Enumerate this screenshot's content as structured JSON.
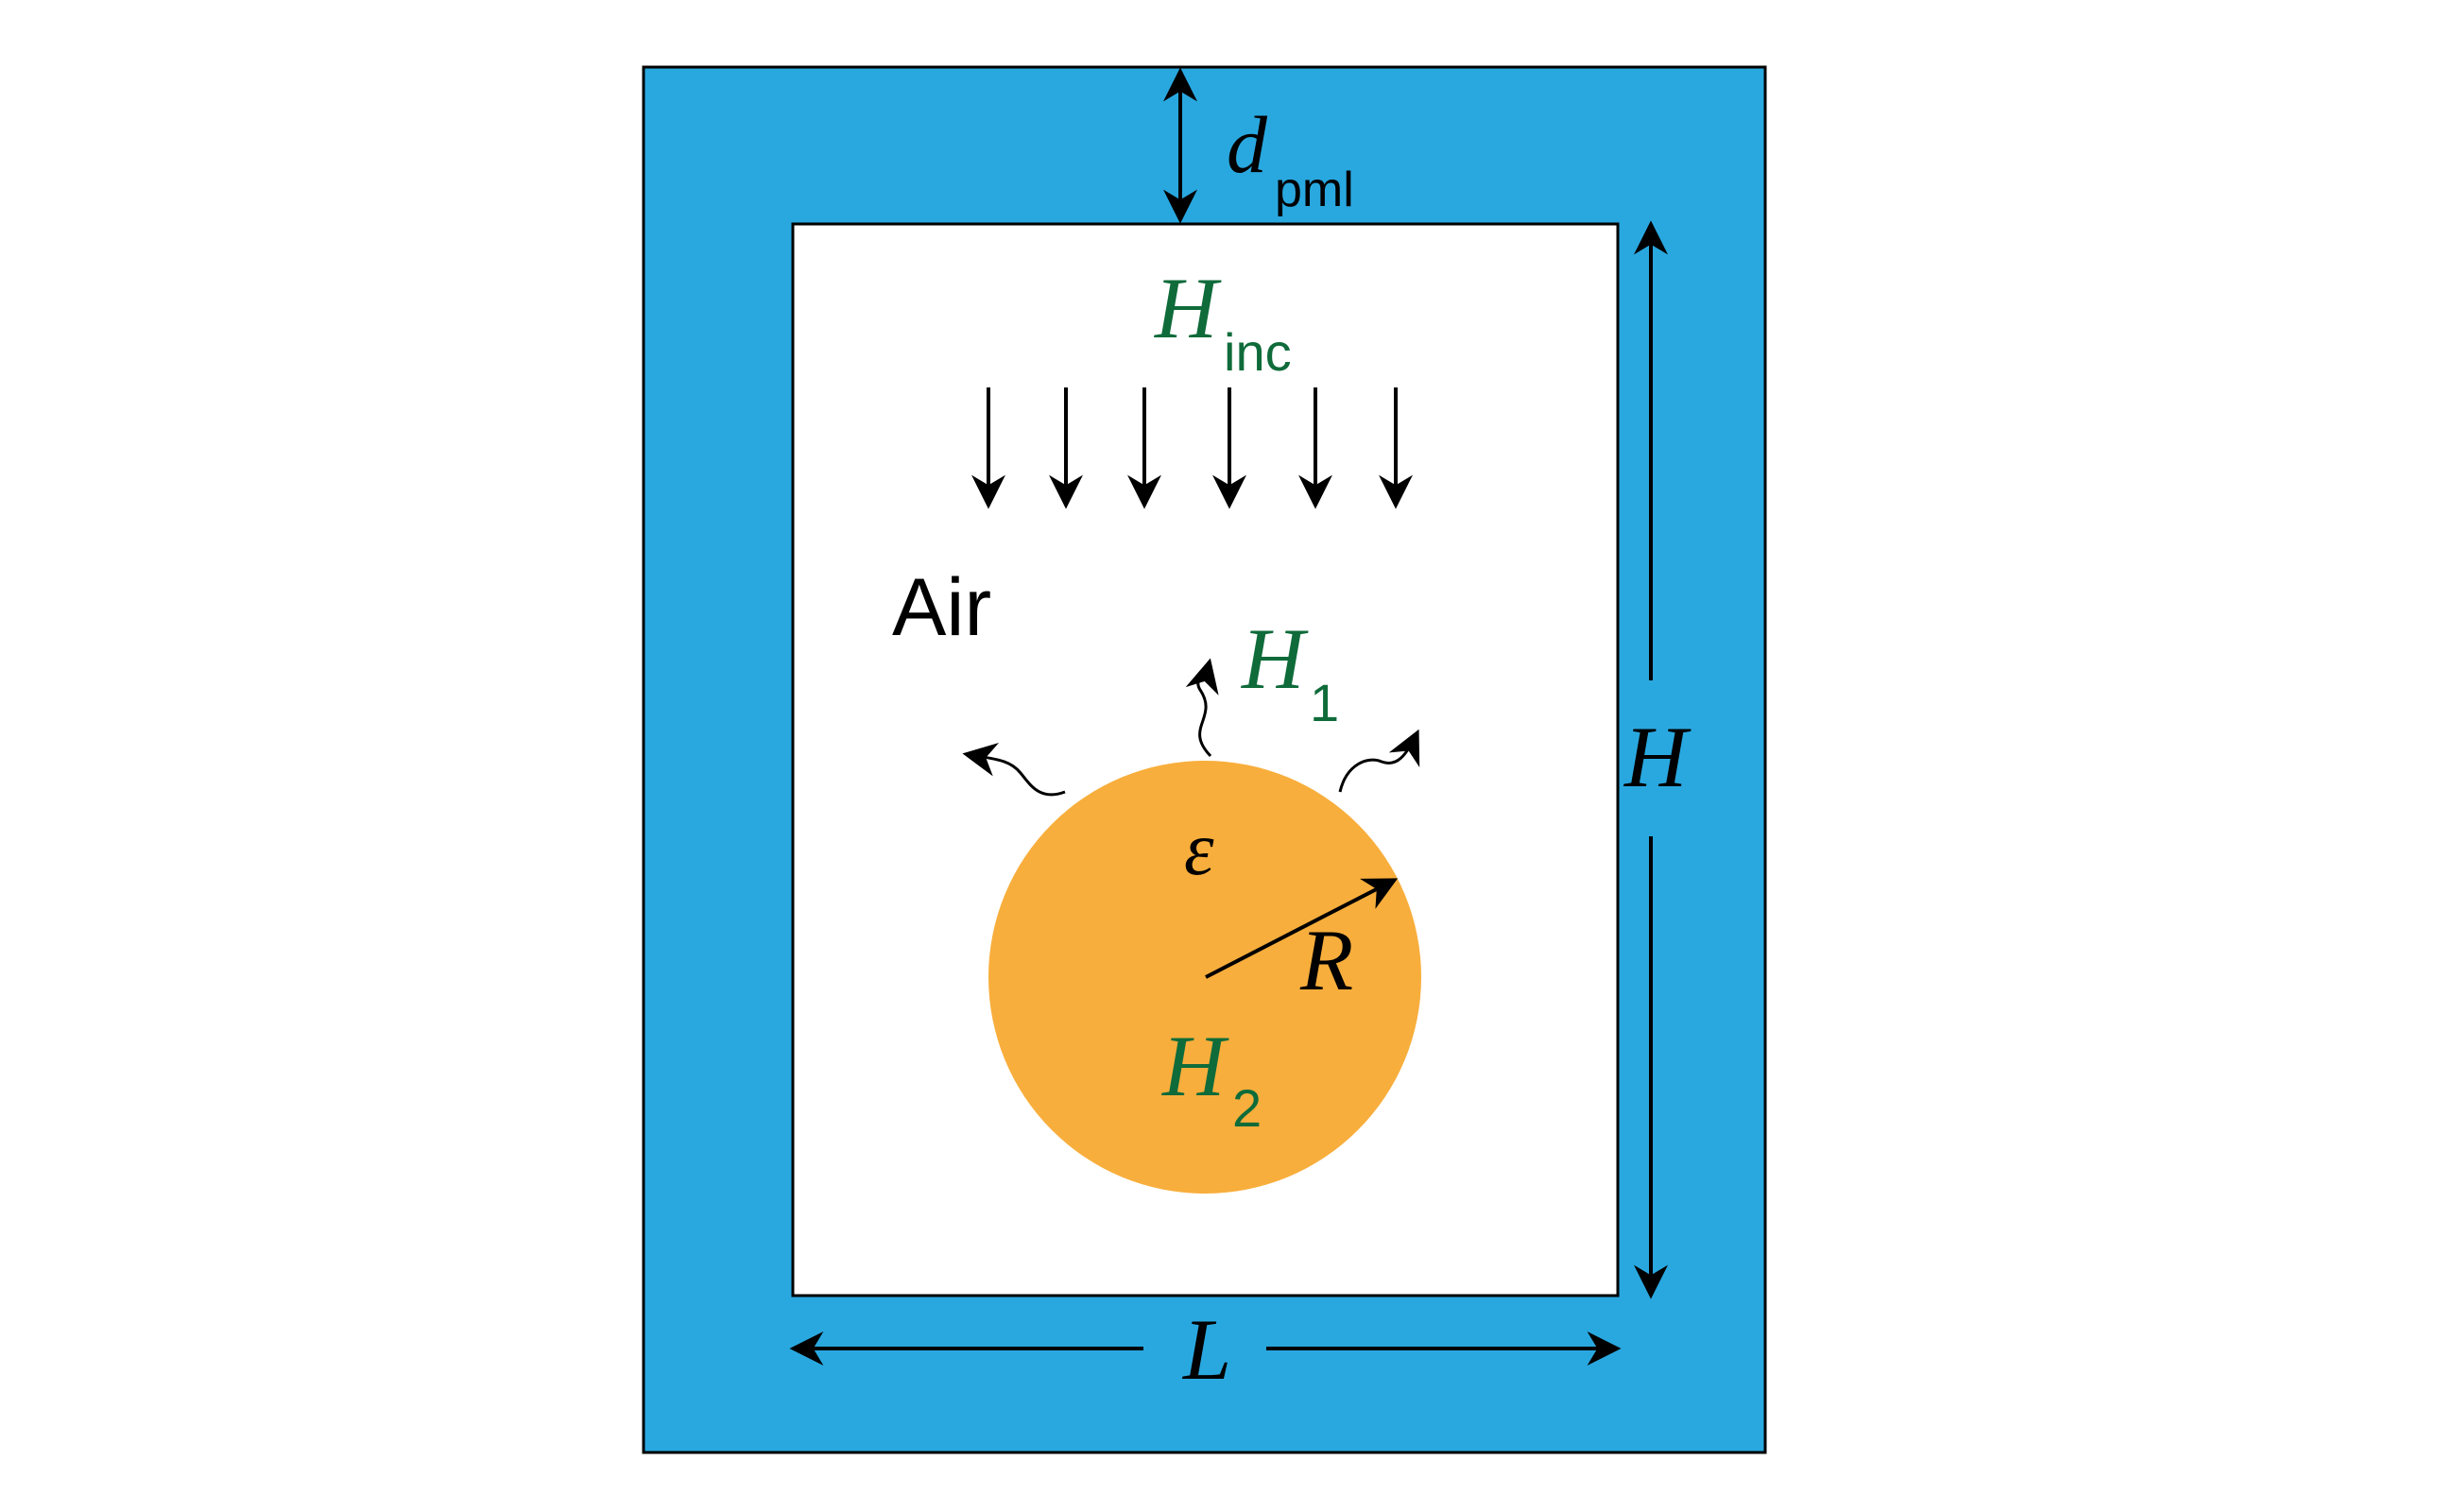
{
  "labels": {
    "d": "d",
    "pml_sub": "pml",
    "h_inc": "H",
    "inc_sub": "inc",
    "air": "Air",
    "h1": "H",
    "h1_sub": "1",
    "h_height": "H",
    "epsilon": "ε",
    "r": "R",
    "h2": "H",
    "h2_sub": "2",
    "l": "L"
  },
  "colors": {
    "pml": "#29a8e0",
    "scatterer": "#f8ae3c",
    "field_label": "#0f6b3a",
    "line": "#000000",
    "air": "#ffffff"
  }
}
